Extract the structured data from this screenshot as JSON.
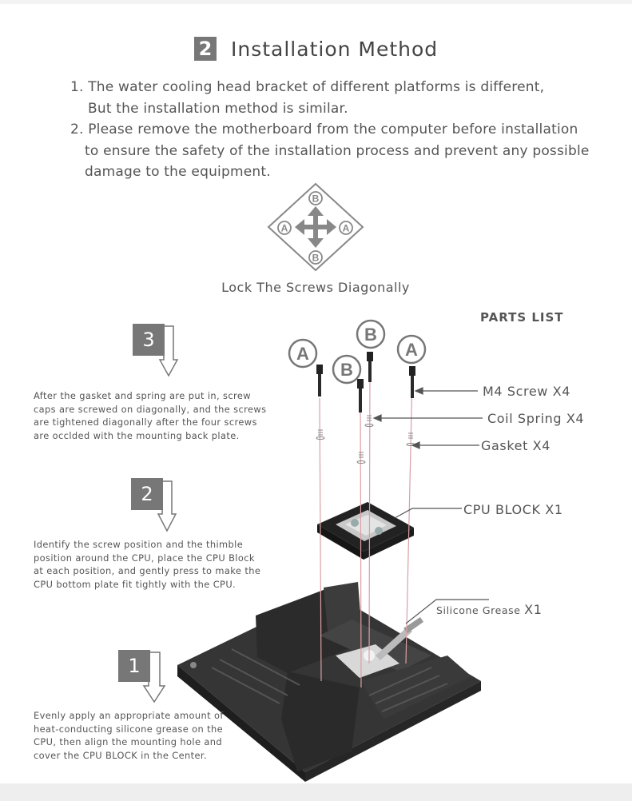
{
  "header": {
    "section_number": "2",
    "title": "Installation Method"
  },
  "instructions": [
    "1. The water cooling head bracket of different platforms is different,",
    "But the installation method is similar.",
    "2. Please remove the motherboard from the computer before installation",
    "to ensure the safety of the installation process and prevent any possible",
    "damage to the equipment."
  ],
  "diagram": {
    "top_label": "B",
    "bottom_label": "B",
    "left_label": "A",
    "right_label": "A",
    "caption": "Lock The Screws Diagonally"
  },
  "parts_list": {
    "heading": "PARTS LIST",
    "items": [
      {
        "label": "M4 Screw X4"
      },
      {
        "label": "Coil Spring X4"
      },
      {
        "label": "Gasket X4"
      },
      {
        "label": "CPU BLOCK X1"
      },
      {
        "label": "Silicone Grease",
        "qty": "X1"
      }
    ]
  },
  "screw_labels": [
    "A",
    "B",
    "B",
    "A"
  ],
  "steps": [
    {
      "number": "3",
      "text": "After the gasket and spring are put in, screw caps are screwed on diagonally, and the screws are tightened diagonally after the four screws are occlded with the mounting back plate."
    },
    {
      "number": "2",
      "text": "Identify the screw position and the thimble position around the CPU, place the CPU Block at each position, and gently press to make the CPU bottom plate fit tightly with the CPU."
    },
    {
      "number": "1",
      "text": "Evenly apply an appropriate amount of heat-conducting silicone grease on the CPU, then align the mounting hole and cover the CPU BLOCK in the Center."
    }
  ],
  "colors": {
    "number_box": "#777777",
    "text": "#555555",
    "guide_lines": "#d9a0a8",
    "board": "#2e2e2e"
  }
}
